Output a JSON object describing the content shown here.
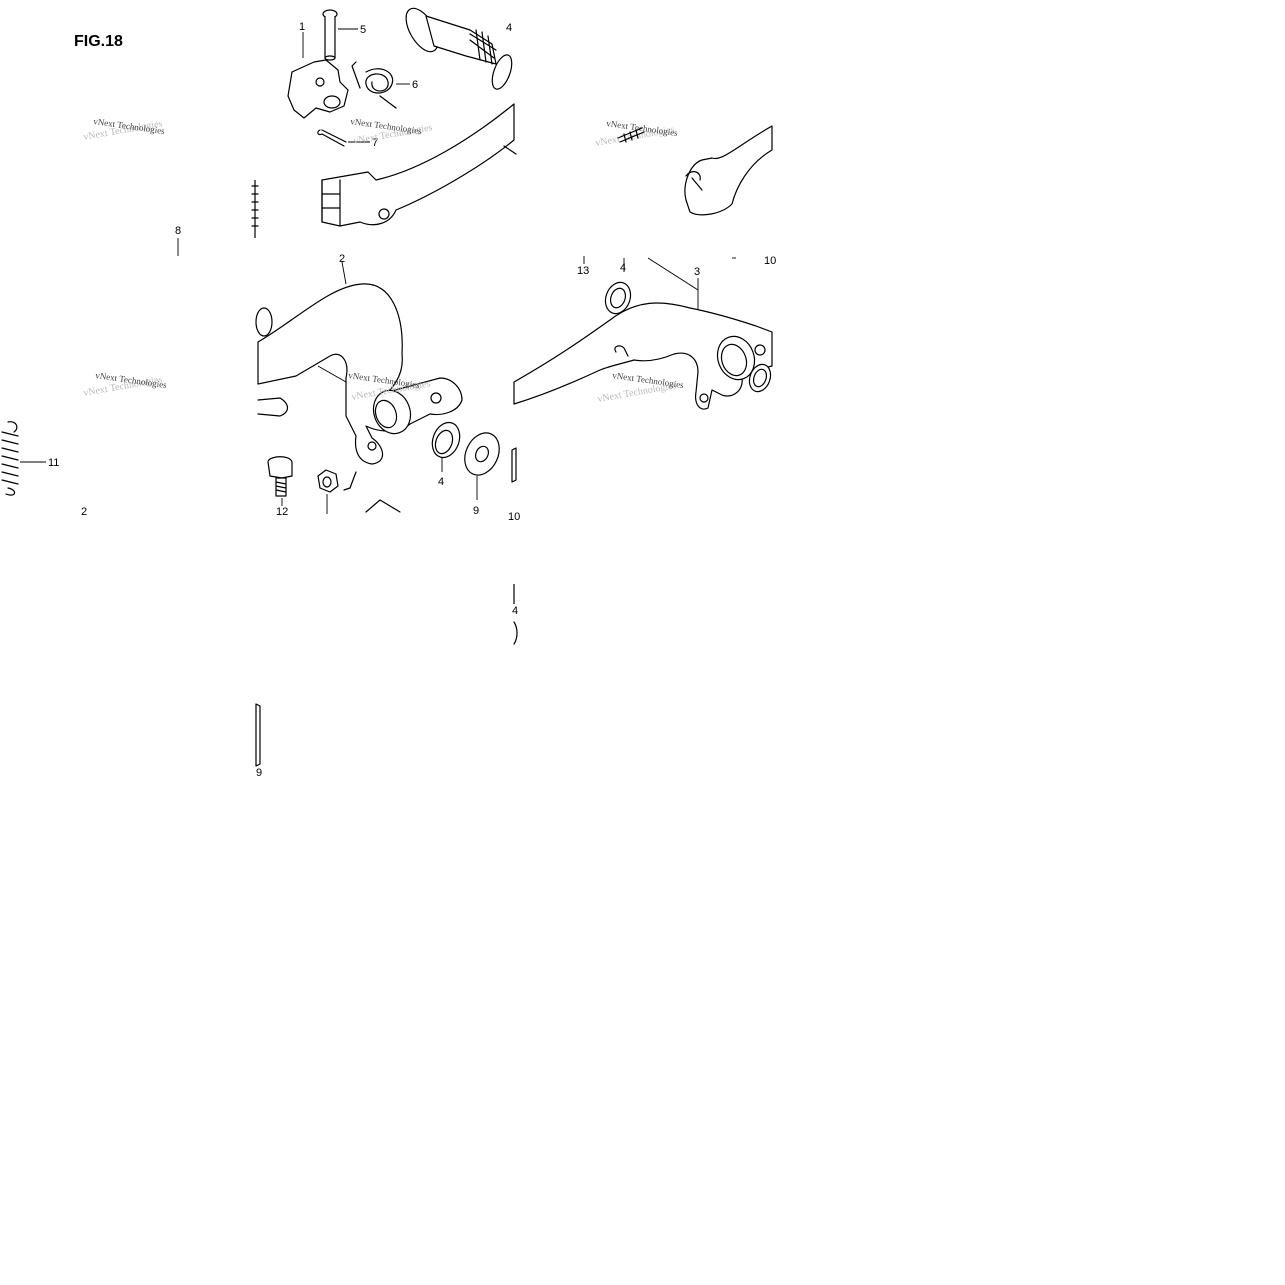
{
  "figure": {
    "title": "FIG.18"
  },
  "watermarks": {
    "text": "vNext Technologies",
    "ghost": "vNext Technologies"
  },
  "callouts": {
    "c1": "1",
    "c5": "5",
    "c4_top": "4",
    "c6": "6",
    "c7": "7",
    "c8": "8",
    "c11": "11",
    "c2_bottom": "2",
    "c2_mid": "2",
    "c4_mid": "4",
    "c9": "9",
    "c10": "10",
    "c12": "12",
    "c13": "13",
    "c4_right": "4",
    "c3": "3",
    "c10_right": "10",
    "c4_lower": "4",
    "c9_lower": "9"
  }
}
